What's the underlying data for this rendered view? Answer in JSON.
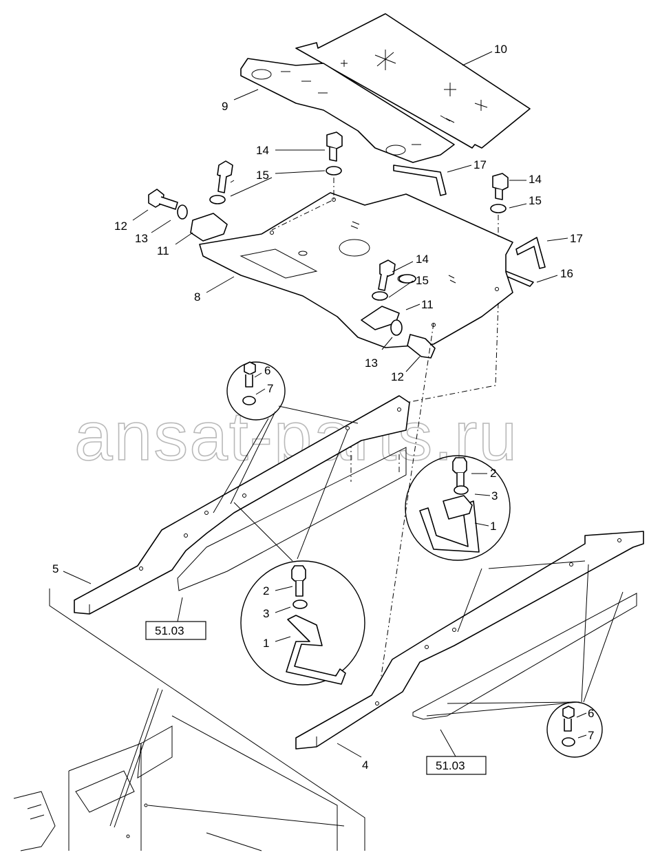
{
  "watermark": "ansat-parts.ru",
  "callouts": {
    "c1a": "10",
    "c2a": "9",
    "c3a": "14",
    "c4a": "15",
    "c5a": "17",
    "c6a": "14",
    "c7a": "15",
    "c8a": "12",
    "c9a": "13",
    "c10a": "11",
    "c11a": "17",
    "c12a": "16",
    "c13a": "8",
    "c14a": "14",
    "c15a": "15",
    "c16a": "11",
    "c17a": "13",
    "c18a": "12",
    "c19a": "6",
    "c20a": "7",
    "c21a": "2",
    "c22a": "3",
    "c23a": "1",
    "c24a": "5",
    "c25a": "2",
    "c26a": "3",
    "c27a": "1",
    "c28a": "4",
    "c29a": "6",
    "c30a": "7"
  },
  "refs": {
    "left": "51.03",
    "right": "51.03"
  }
}
